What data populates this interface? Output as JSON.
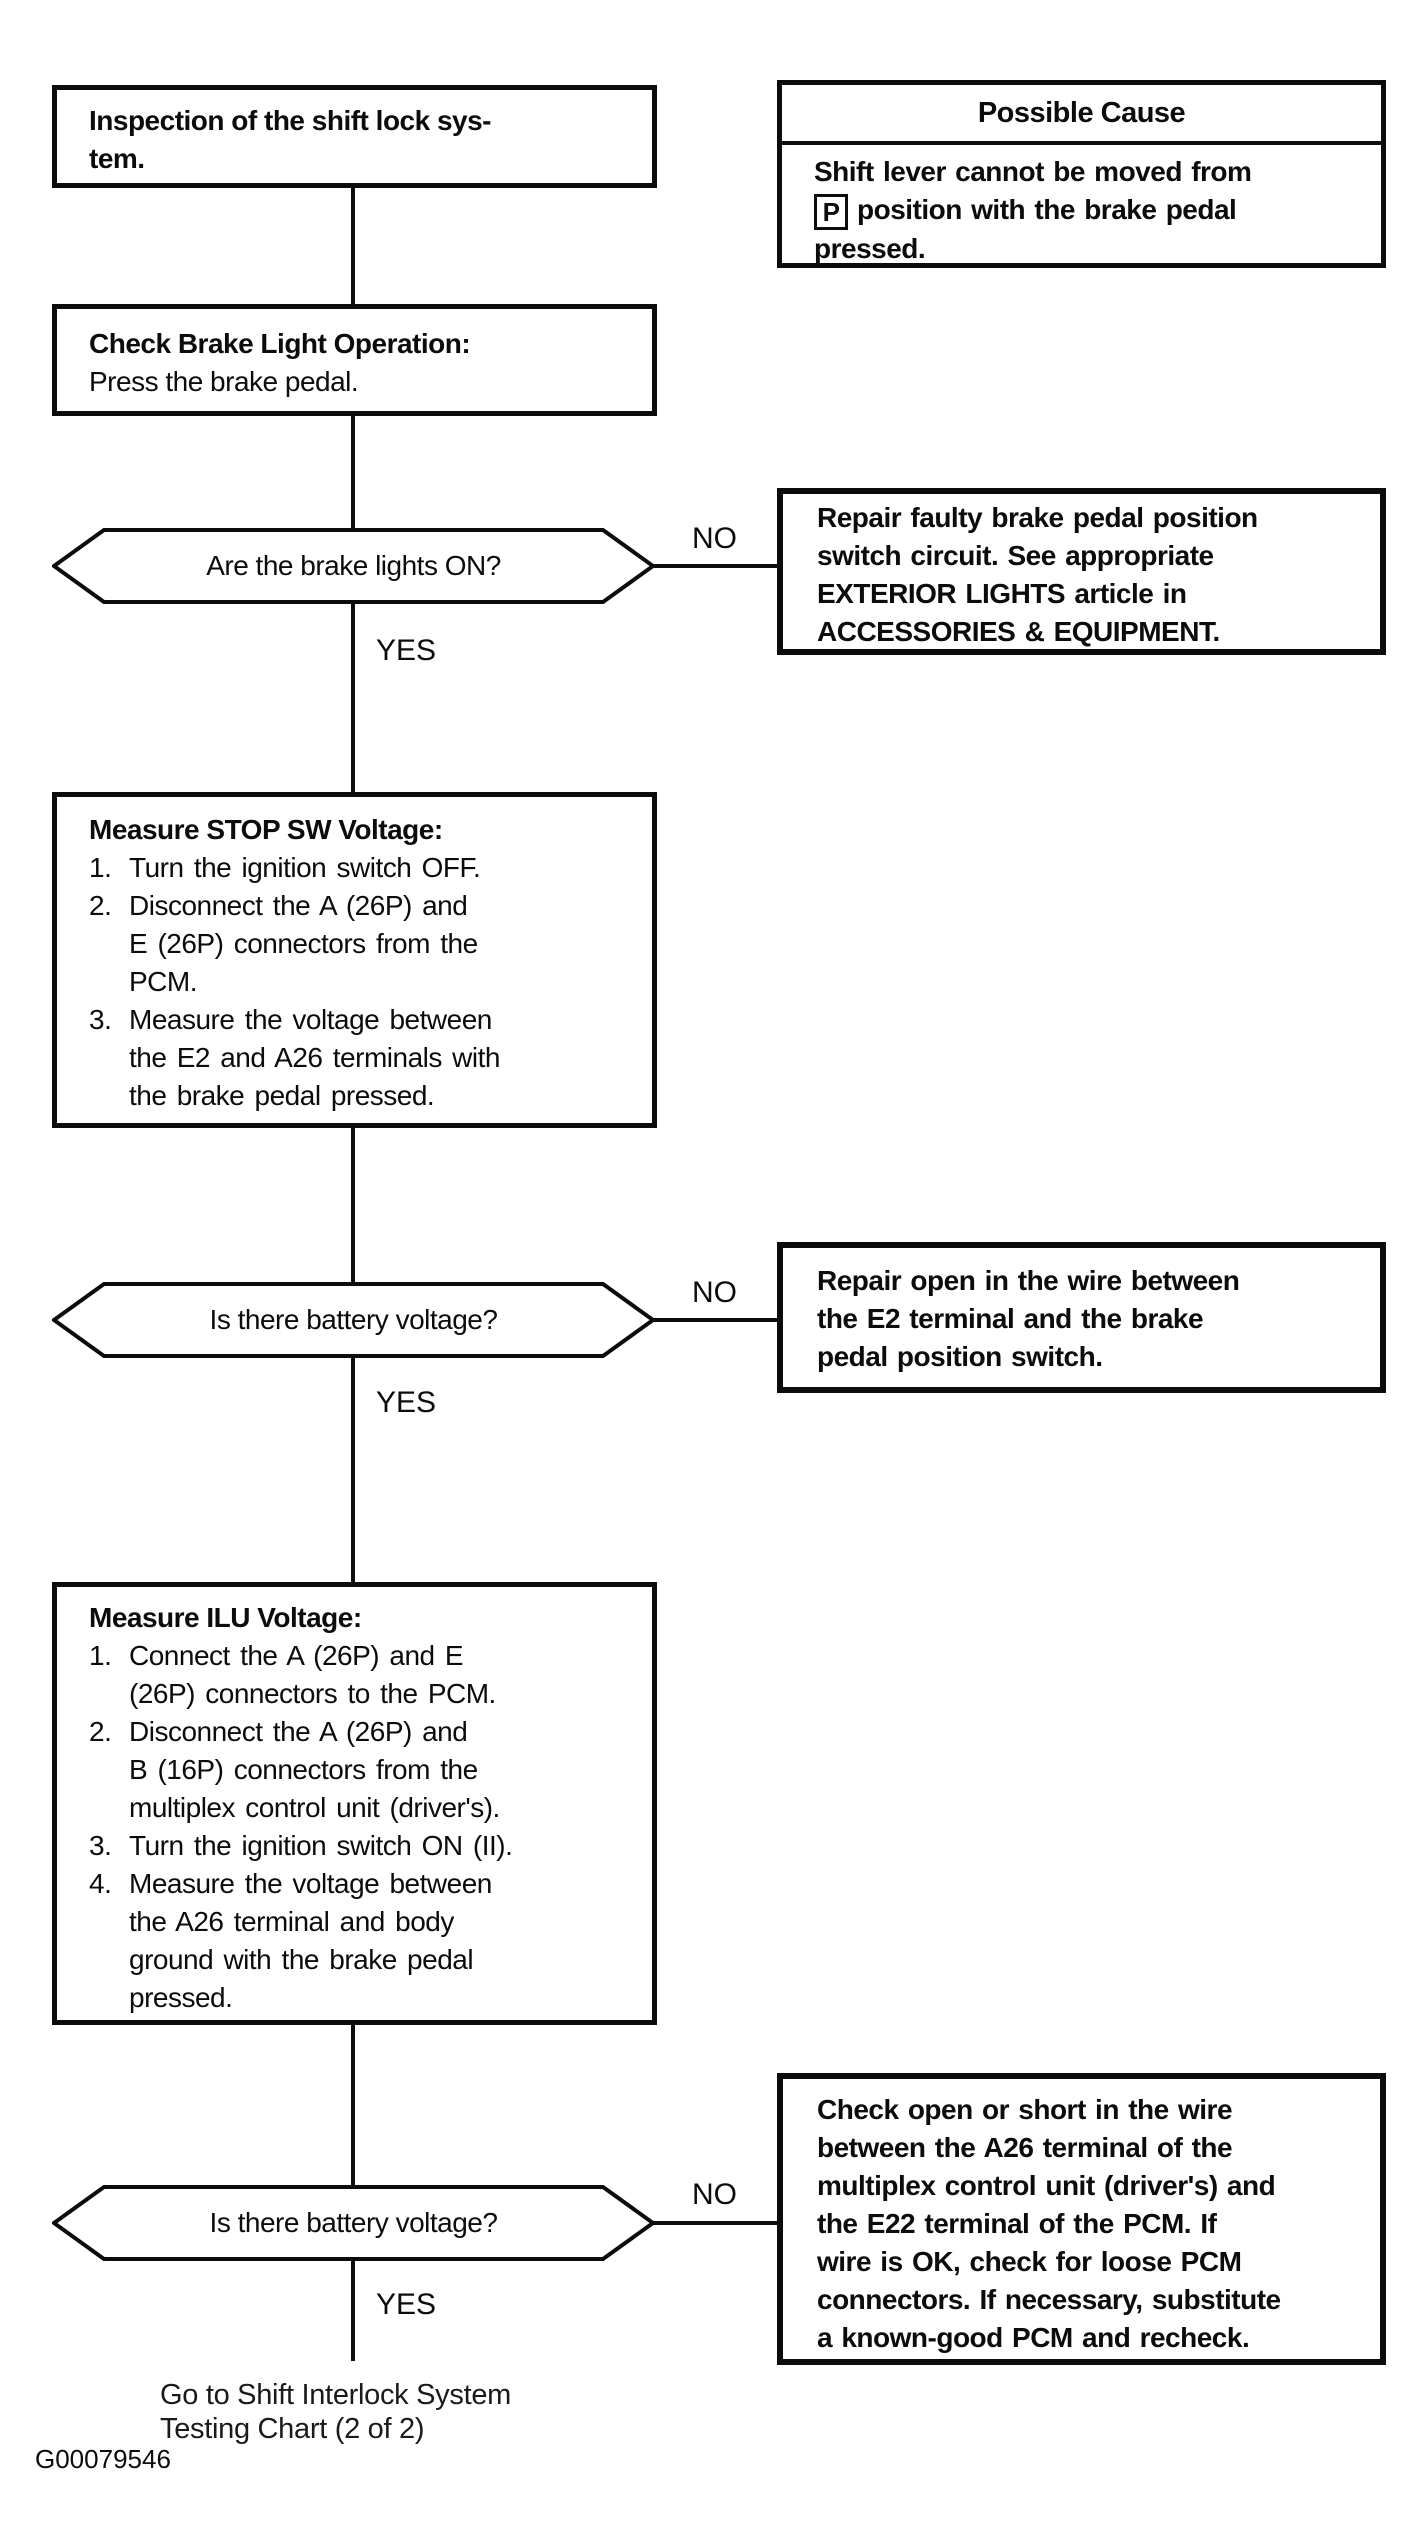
{
  "figure": {
    "id": "G00079546"
  },
  "labels": {
    "yes": "YES",
    "no": "NO"
  },
  "nodes": {
    "start": {
      "line1": "Inspection of the shift lock sys-",
      "line2": "tem."
    },
    "possible_cause": {
      "header": "Possible Cause",
      "line1": "Shift lever cannot be moved from",
      "p_symbol": "P",
      "line2_rest": "position with the brake pedal",
      "line3": "pressed."
    },
    "check_brake": {
      "title": "Check Brake Light Operation:",
      "body": "Press the brake pedal."
    },
    "decision_brake_lights": {
      "question": "Are the brake lights ON?"
    },
    "repair_brake_switch": {
      "lines": [
        "Repair faulty brake pedal position",
        "switch circuit. See appropriate",
        "EXTERIOR LIGHTS article in",
        "ACCESSORIES & EQUIPMENT."
      ]
    },
    "measure_stop_sw": {
      "title": "Measure STOP SW Voltage:",
      "items": [
        {
          "num": "1.",
          "lines": [
            "Turn the ignition switch OFF."
          ]
        },
        {
          "num": "2.",
          "lines": [
            "Disconnect the A (26P) and",
            "E (26P) connectors from the",
            "PCM."
          ]
        },
        {
          "num": "3.",
          "lines": [
            "Measure the voltage between",
            "the E2 and A26 terminals with",
            "the brake pedal pressed."
          ]
        }
      ]
    },
    "decision_battery_1": {
      "question": "Is there battery voltage?"
    },
    "repair_open_wire": {
      "lines": [
        "Repair open in the wire between",
        "the E2 terminal and the brake",
        "pedal position switch."
      ]
    },
    "measure_ilu": {
      "title": "Measure ILU Voltage:",
      "items": [
        {
          "num": "1.",
          "lines": [
            "Connect the A (26P) and E",
            "(26P) connectors to the PCM."
          ]
        },
        {
          "num": "2.",
          "lines": [
            "Disconnect the A (26P) and",
            "B (16P) connectors from the",
            "multiplex control unit (driver's)."
          ]
        },
        {
          "num": "3.",
          "lines": [
            "Turn the ignition switch ON (II)."
          ]
        },
        {
          "num": "4.",
          "lines": [
            "Measure the voltage between",
            "the A26 terminal and body",
            "ground with the brake pedal",
            "pressed."
          ]
        }
      ]
    },
    "decision_battery_2": {
      "question": "Is there battery voltage?"
    },
    "check_open_short": {
      "lines": [
        "Check open or short in the wire",
        "between the A26 terminal of the",
        "multiplex control unit (driver's) and",
        "the E22 terminal of the PCM. If",
        "wire is OK, check for loose PCM",
        "connectors. If necessary, substitute",
        "a known-good PCM and recheck."
      ]
    },
    "goto_chart": {
      "line1": "Go to Shift Interlock System",
      "line2": "Testing Chart (2 of 2)"
    }
  }
}
